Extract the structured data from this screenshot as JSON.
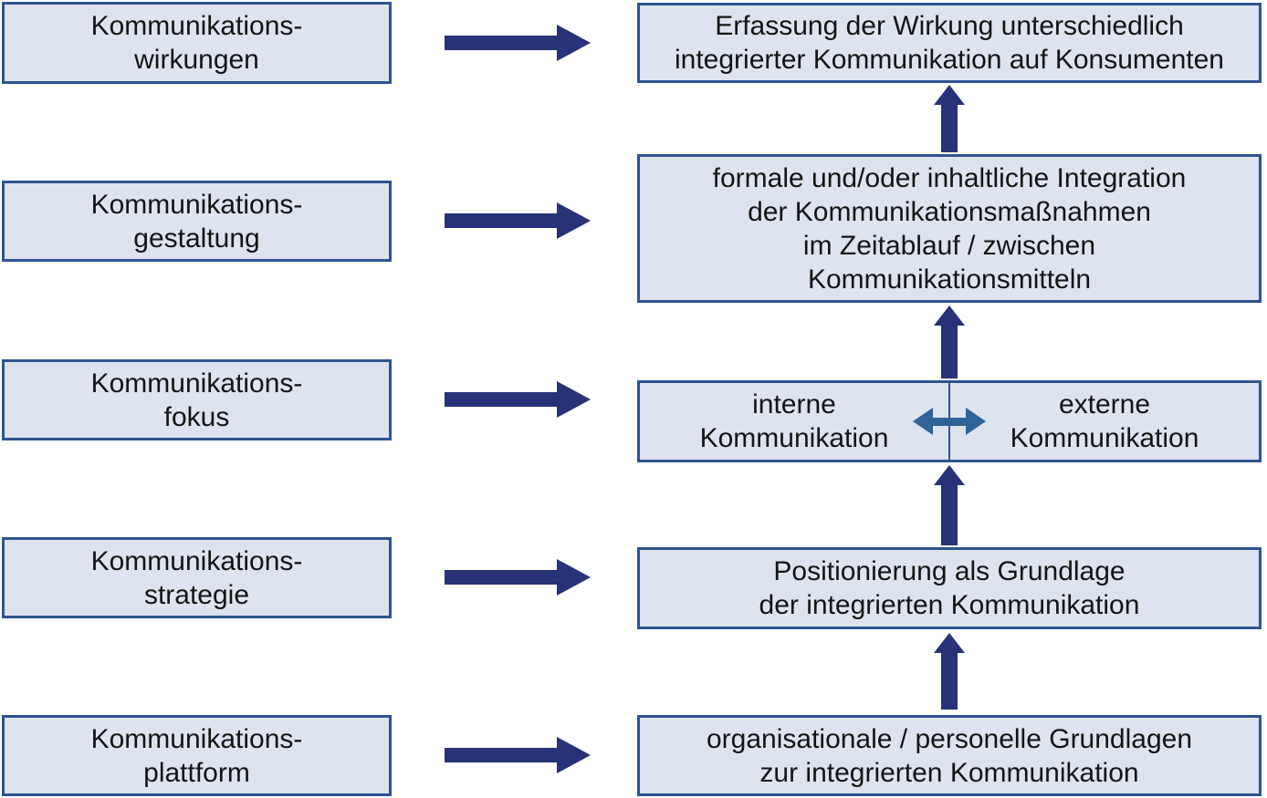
{
  "colors": {
    "background": "#ffffff",
    "box_fill": "#dde3ef",
    "box_border": "#2e5490",
    "arrow_color": "#283276",
    "exchange_arrow_color": "#2f6296",
    "text_color": "#141414"
  },
  "left_column": {
    "boxes": [
      {
        "line1": "Kommunikations-",
        "line2": "wirkungen"
      },
      {
        "line1": "Kommunikations-",
        "line2": "gestaltung"
      },
      {
        "line1": "Kommunikations-",
        "line2": "fokus"
      },
      {
        "line1": "Kommunikations-",
        "line2": "strategie"
      },
      {
        "line1": "Kommunikations-",
        "line2": "plattform"
      }
    ]
  },
  "right_column": {
    "wirkungen_box": {
      "line1": "Erfassung der Wirkung unterschiedlich",
      "line2": "integrierter Kommunikation auf Konsumenten"
    },
    "gestaltung_box": {
      "line1": "formale und/oder inhaltliche Integration",
      "line2": "der Kommunikationsmaßnahmen",
      "line3": "im Zeitablauf / zwischen",
      "line4": "Kommunikationsmitteln"
    },
    "fokus_box": {
      "internal": {
        "line1": "interne",
        "line2": "Kommunikation"
      },
      "external": {
        "line1": "externe",
        "line2": "Kommunikation"
      }
    },
    "strategie_box": {
      "line1": "Positionierung als Grundlage",
      "line2": "der integrierten Kommunikation"
    },
    "plattform_box": {
      "line1": "organisationale / personelle Grundlagen",
      "line2": "zur integrierten Kommunikation"
    }
  }
}
